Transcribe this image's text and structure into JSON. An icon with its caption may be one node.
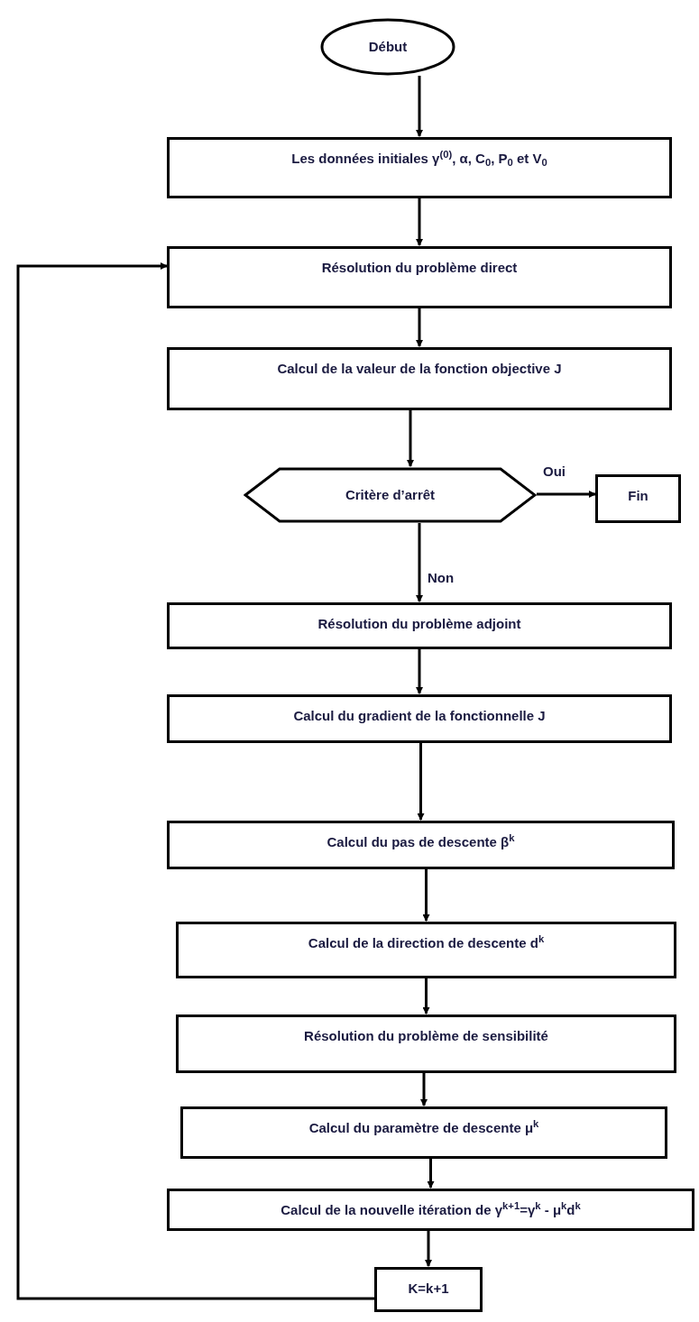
{
  "diagram": {
    "nodes": [
      {
        "text": [
          "Début"
        ]
      },
      {
        "text": [
          "Les données initiales γ$^{(0)}$,  α, C$_{0}$, P$_{0}$ et V$_{0}$"
        ]
      },
      {
        "text": [
          "Résolution du problème direct"
        ]
      },
      {
        "text": [
          "Calcul de la valeur de la fonction objective J"
        ]
      },
      {
        "text": [
          "Critère d’arrêt"
        ]
      },
      {
        "text": [
          "Fin"
        ]
      },
      {
        "text": [
          "Résolution du problème adjoint"
        ]
      },
      {
        "text": [
          "Calcul du gradient de la fonctionnelle J"
        ]
      },
      {
        "text": [
          "Calcul du pas de descente β$^{k}$"
        ]
      },
      {
        "text": [
          "Calcul de la direction de descente d$^{k}$"
        ]
      },
      {
        "text": [
          "Résolution du problème de sensibilité"
        ]
      },
      {
        "text": [
          "Calcul du paramètre de descente μ$^{k}$"
        ]
      },
      {
        "text": [
          "Calcul de la nouvelle itération de γ$^{k+1}$=γ$^{k}$ - μ$^{k}$d$^{k}$"
        ]
      },
      {
        "text": [
          "K=k+1"
        ]
      }
    ],
    "edges": [
      {
        "from": 0,
        "to": 1,
        "arrow": "to"
      },
      {
        "from": 1,
        "to": 2,
        "arrow": "to"
      },
      {
        "from": 2,
        "to": 3,
        "arrow": "to"
      },
      {
        "from": 3,
        "to": 4,
        "arrow": "to"
      },
      {
        "from": 4,
        "to": 5,
        "arrow": "to",
        "label": "Oui"
      },
      {
        "from": 4,
        "to": 6,
        "arrow": "to",
        "label": "Non"
      },
      {
        "from": 6,
        "to": 7,
        "arrow": "to"
      },
      {
        "from": 7,
        "to": 8,
        "arrow": "to"
      },
      {
        "from": 8,
        "to": 9,
        "arrow": "to"
      },
      {
        "from": 9,
        "to": 10,
        "arrow": "to"
      },
      {
        "from": 10,
        "to": 11,
        "arrow": "to"
      },
      {
        "from": 11,
        "to": 12,
        "arrow": "to"
      },
      {
        "from": 12,
        "to": 13,
        "arrow": "to"
      },
      {
        "from": 13,
        "to": 2,
        "arrow": "to"
      }
    ]
  }
}
